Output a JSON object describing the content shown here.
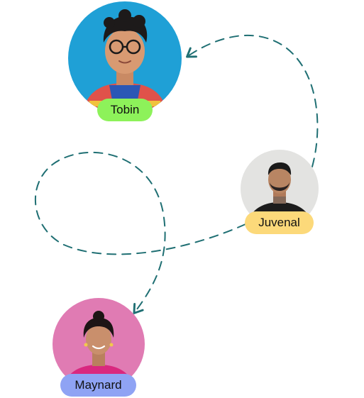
{
  "people": [
    {
      "id": "tobin",
      "name": "Tobin",
      "tag_color": "#8df25a",
      "bg_color": "#1fa0d6"
    },
    {
      "id": "juvenal",
      "name": "Juvenal",
      "tag_color": "#fcd97a",
      "bg_color": "#e3e3e1"
    },
    {
      "id": "maynard",
      "name": "Maynard",
      "tag_color": "#8fa3f4",
      "bg_color": "#e07bb3"
    }
  ],
  "connectors": [
    {
      "from": "juvenal",
      "to": "tobin",
      "style": "dashed",
      "color": "#1f6f73",
      "arrow": "end"
    },
    {
      "from": "juvenal",
      "to": "maynard",
      "style": "dashed",
      "color": "#1f6f73",
      "arrow": "end"
    }
  ]
}
